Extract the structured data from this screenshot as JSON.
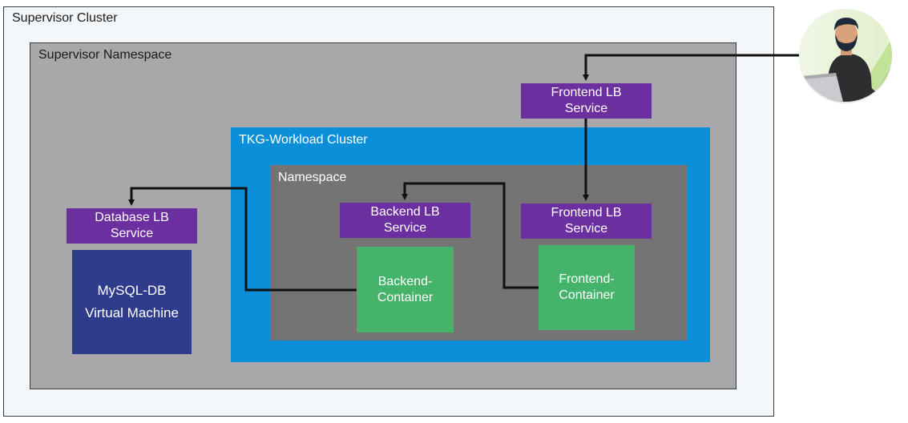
{
  "supervisor_cluster": {
    "label": "Supervisor Cluster"
  },
  "supervisor_namespace": {
    "label": "Supervisor Namespace"
  },
  "tkg_cluster": {
    "label": "TKG-Workload Cluster"
  },
  "namespace": {
    "label": "Namespace"
  },
  "frontend_lb_top": {
    "line1": "Frontend LB",
    "line2": "Service"
  },
  "frontend_lb": {
    "line1": "Frontend LB",
    "line2": "Service"
  },
  "backend_lb": {
    "line1": "Backend LB",
    "line2": "Service"
  },
  "database_lb": {
    "line1": "Database LB",
    "line2": "Service"
  },
  "backend_container": {
    "line1": "Backend-",
    "line2": "Container"
  },
  "frontend_container": {
    "line1": "Frontend-",
    "line2": "Container"
  },
  "mysql_vm": {
    "line1": "MySQL-DB",
    "line2": "Virtual Machine"
  },
  "colors": {
    "lb_service": "#6c2fa0",
    "container": "#45b46a",
    "virtual_machine": "#2f3b8b",
    "tkg_cluster": "#0b8fd9",
    "namespace": "#747474",
    "supervisor_namespace": "#a8a8aa"
  },
  "icons": {
    "user": "user-avatar-icon"
  }
}
